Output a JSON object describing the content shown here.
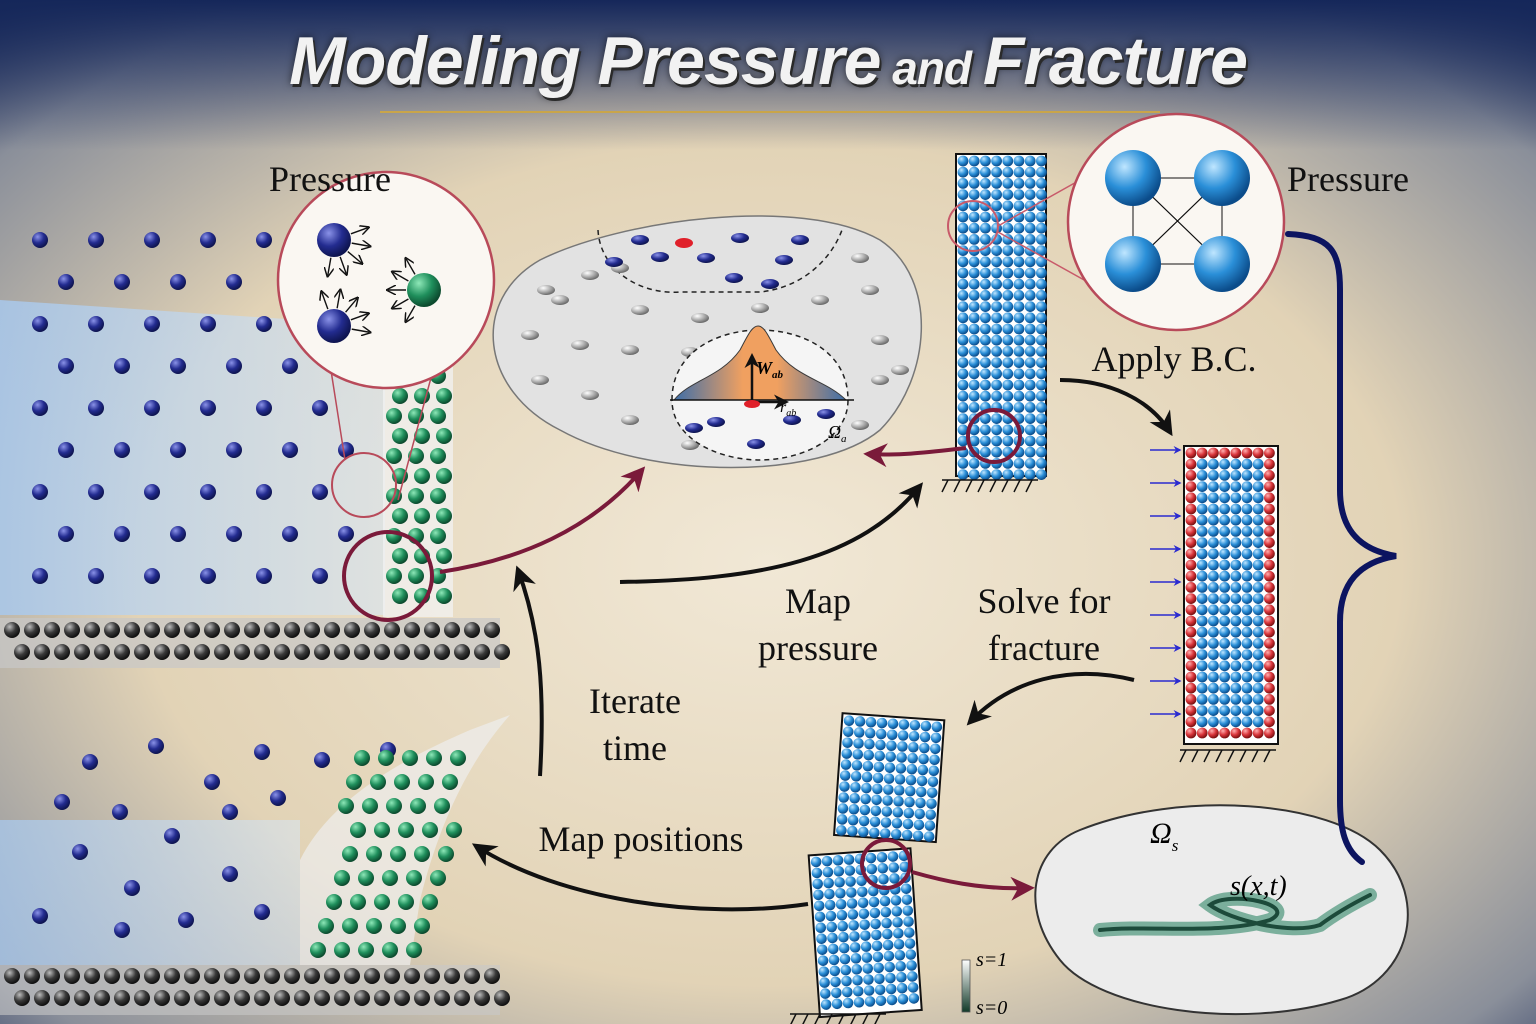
{
  "title": {
    "part1": "Modeling Pressure",
    "part2": " and ",
    "part3": "Fracture"
  },
  "labels": {
    "pressure_left": "Pressure",
    "pressure_right": "Pressure",
    "apply_bc": "Apply B.C.",
    "map_pressure": "Map\npressure",
    "solve_fracture": "Solve for\nfracture",
    "iterate_time": "Iterate\ntime",
    "map_positions": "Map positions"
  },
  "math": {
    "w_ab": "W",
    "w_ab_sub": "ab",
    "r_ab": "r",
    "r_ab_sub": "ab",
    "omega_a": "Ω",
    "omega_a_sub": "a",
    "omega_s": "Ω",
    "omega_s_sub": "s",
    "phase_field": "s(x,t)",
    "s_one": "s=1",
    "s_zero": "s=0"
  },
  "colors": {
    "fluid_particle": "#1f2a8a",
    "solid_particle": "#1e8a5a",
    "wall_particle": "#2b2b2b",
    "lattice_particle": "#2a8fd8",
    "boundary_particle": "#d8343a",
    "accent_arrow": "#7a1a3a",
    "brace": "#0c1460"
  }
}
